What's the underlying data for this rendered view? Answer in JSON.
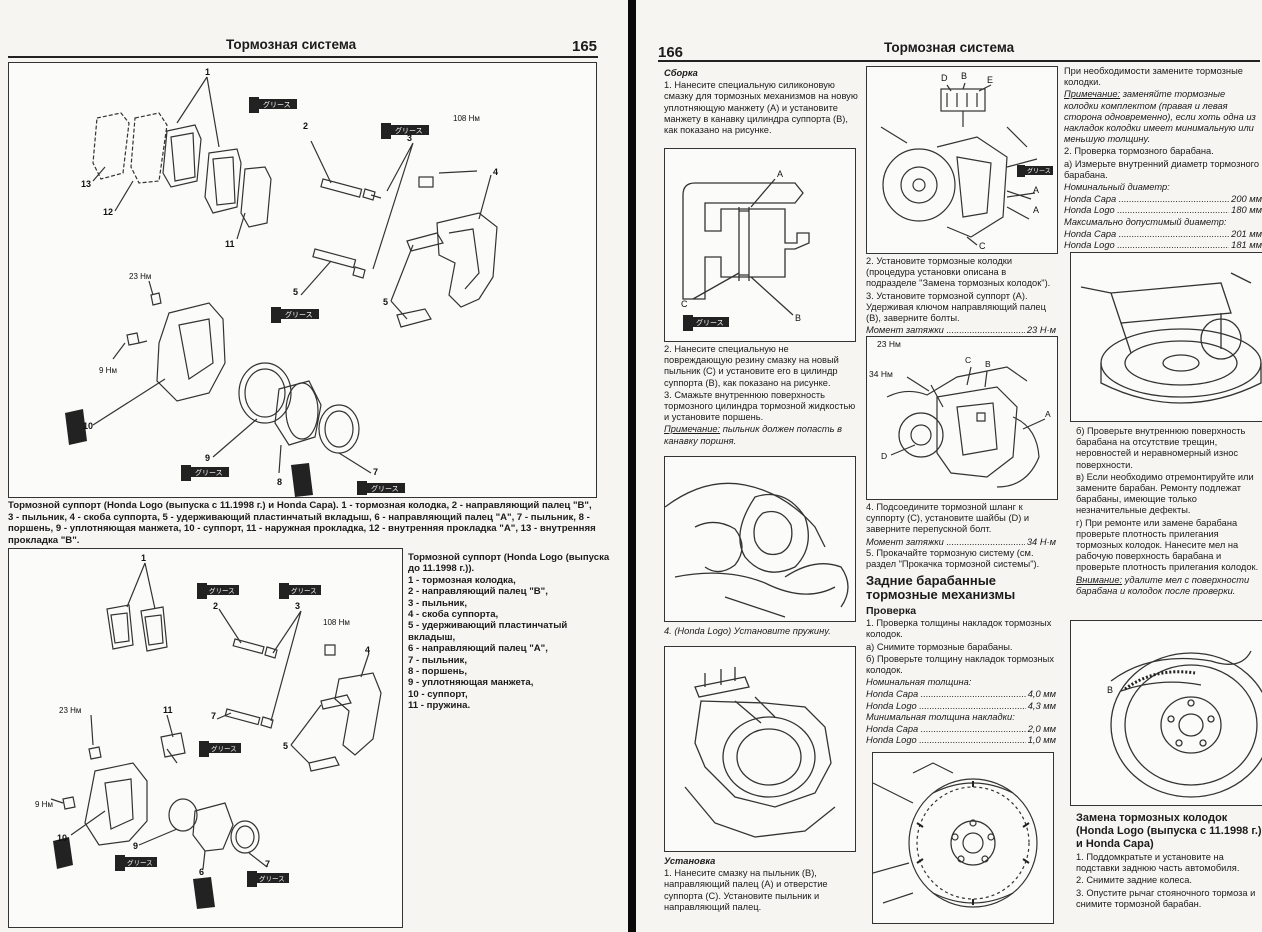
{
  "left_page": {
    "header_title": "Тормозная система",
    "page_number": "165",
    "figure1": {
      "callouts": [
        "1",
        "2",
        "3",
        "4",
        "5",
        "5",
        "7",
        "8",
        "9",
        "10",
        "11",
        "12",
        "13"
      ],
      "torques": [
        "108 Нм",
        "23 Нм",
        "9 Нм"
      ],
      "grease": "グリース",
      "caption": "Тормозной суппорт (Honda Logo (выпуска с 11.1998 г.) и Honda Capa). 1 - тормозная колодка, 2 - направляющий палец \"В\", 3 - пыльник, 4 - скоба суппорта, 5 - удерживающий пластинчатый вкладыш, 6 - направляющий палец \"А\", 7 - пыльник, 8 - поршень, 9 - уплотняющая манжета, 10 - суппорт, 11 - наружная прокладка, 12 - внутренняя прокладка \"А\", 13 - внутренняя прокладка \"В\"."
    },
    "figure2": {
      "callouts": [
        "1",
        "2",
        "3",
        "4",
        "5",
        "6",
        "7",
        "9",
        "10",
        "11"
      ],
      "torques": [
        "108 Нм",
        "23 Нм",
        "9 Нм"
      ],
      "grease": "グリース",
      "legend_title": "Тормозной суппорт (Honda Logo (выпуска до 11.1998 г.)).",
      "legend_items": [
        "1 - тормозная колодка,",
        "2 - направляющий палец \"В\",",
        "3 - пыльник,",
        "4 - скоба суппорта,",
        "5 - удерживающий пластинчатый вкладыш,",
        "6 - направляющий палец \"А\",",
        "7 - пыльник,",
        "8 - поршень,",
        "9 - уплотняющая манжета,",
        "10 - суппорт,",
        "11 - пружина."
      ]
    }
  },
  "right_page": {
    "header_title": "Тормозная система",
    "page_number": "166",
    "col1": {
      "assembly_title": "Сборка",
      "step1": "1. Нанесите специальную силиконовую смазку для тормозных механизмов на новую уплотняющую манжету (А) и установите манжету в канавку цилиндра суппорта (В), как показано на рисунке.",
      "fig_labels": [
        "A",
        "C",
        "B"
      ],
      "step2": "2. Нанесите специальную не повреждающую резину смазку на новый пыльник (С) и установите его в цилиндр суппорта (В), как показано на рисунке.",
      "step3": "3. Смажьте внутреннюю поверхность тормозного цилиндра тормозной жидкостью и установите поршень.",
      "note_label": "Примечание:",
      "note_text": "пыльник должен попасть в канавку поршня.",
      "step4": "4. (Honda Logo) Установите пружину.",
      "install_title": "Установка",
      "install1": "1. Нанесите смазку на пыльник (В), направляющий палец (А) и отверстие суппорта (С). Установите пыльник и направляющий палец."
    },
    "col2": {
      "fig1_labels": [
        "D",
        "B",
        "E",
        "A",
        "C"
      ],
      "text1": "2. Установите тормозные колодки (процедура установки описана в подразделе \"Замена тормозных колодок\").",
      "text2": "3. Установите тормозной суппорт (А). Удерживая ключом направляющий палец (В), заверните болты.",
      "torque1_label": "Момент затяжки",
      "torque1_value": "23 Н·м",
      "fig2_labels": [
        "23 Нм",
        "34 Нм",
        "C",
        "B",
        "A",
        "D"
      ],
      "text3": "4. Подсоедините тормозной шланг к суппорту (С), установите шайбы (D) и заверните перепускной болт.",
      "torque2_label": "Момент затяжки",
      "torque2_value": "34 Н·м",
      "text4": "5. Прокачайте тормозную систему (см. раздел \"Прокачка тормозной системы\").",
      "section_title": "Задние барабанные тормозные механизмы",
      "check_title": "Проверка",
      "check1": "1. Проверка толщины накладок тормозных колодок.",
      "check1a": "а) Снимите тормозные барабаны.",
      "check1b": "б) Проверьте толщину накладок тормозных колодок.",
      "nominal_label": "Номинальная толщина:",
      "nominal": [
        {
          "name": "Honda Capa",
          "value": "4,0 мм"
        },
        {
          "name": "Honda Logo",
          "value": "4,3 мм"
        }
      ],
      "min_label": "Минимальная толщина накладки:",
      "minimum": [
        {
          "name": "Honda Capa",
          "value": "2,0 мм"
        },
        {
          "name": "Honda Logo",
          "value": "1,0 мм"
        }
      ]
    },
    "col3": {
      "intro": "При необходимости замените тормозные колодки.",
      "note_label": "Примечание:",
      "note_text": "заменяйте тормозные колодки комплектом (правая и левая сторона одновременно), если хоть одна из накладок колодки имеет минимальную или меньшую толщину.",
      "check2": "2. Проверка тормозного барабана.",
      "check2a": "а) Измерьте внутренний диаметр тормозного барабана.",
      "nom_diam_label": "Номинальный диаметр:",
      "nom_diam": [
        {
          "name": "Honda Capa",
          "value": "200 мм"
        },
        {
          "name": "Honda Logo",
          "value": "180 мм"
        }
      ],
      "max_diam_label": "Максимально допустимый диаметр:",
      "max_diam": [
        {
          "name": "Honda Capa",
          "value": "201 мм"
        },
        {
          "name": "Honda Logo",
          "value": "181 мм"
        }
      ],
      "checkb": "б) Проверьте внутреннюю поверхность барабана на отсутствие трещин, неровностей и неравномерный износ поверхности.",
      "checkc": "в) Если необходимо отремонтируйте или замените барабан. Ремонту подлежат барабаны, имеющие только незначительные дефекты.",
      "checkd": "г) При ремонте или замене барабана проверьте плотность прилегания тормозных колодок. Нанесите мел на рабочую поверхность барабана и проверьте плотность прилегания колодок.",
      "attention_label": "Внимание:",
      "attention_text": "удалите мел с поверхности барабана и колодок после проверки.",
      "replace_title": "Замена тормозных колодок (Honda Logo (выпуска с 11.1998 г.) и Honda Capa)",
      "r1": "1. Поддомкратьте и установите на подставки заднюю часть автомобиля.",
      "r2": "2. Снимите задние колеса.",
      "r3": "3. Опустите рычаг стояночного тормоза и снимите тормозной барабан.",
      "fig_label": "B"
    }
  }
}
